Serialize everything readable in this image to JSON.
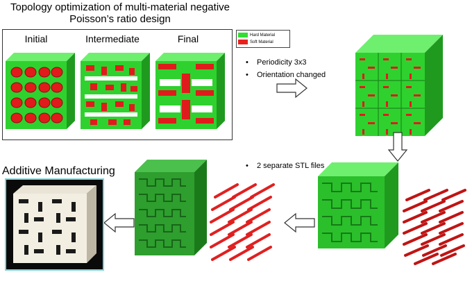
{
  "title_line1": "Topology optimization of multi-material negative",
  "title_line2": "Poisson’s ratio design",
  "stages": [
    "Initial",
    "Intermediate",
    "Final"
  ],
  "legend": {
    "hard": "Hard Material",
    "soft": "Soft Material",
    "hard_color": "#33dd33",
    "soft_color": "#e8201c"
  },
  "bullets_top": [
    "Periodicity 3x3",
    "Orientation changed"
  ],
  "bullets_mid": [
    "2 separate STL files"
  ],
  "am_title": "Additive Manufacturing"
}
